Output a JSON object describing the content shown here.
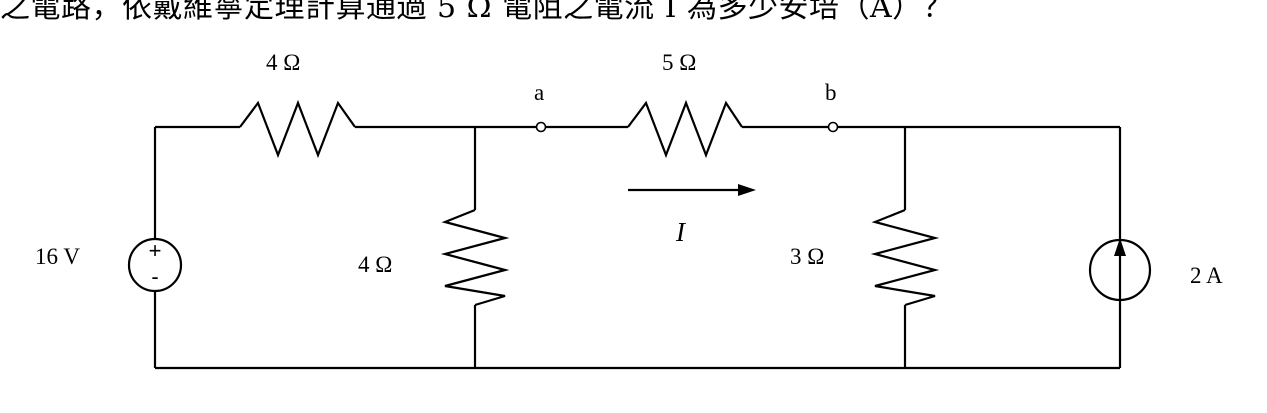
{
  "question": {
    "text": "之電路，依戴維寧定理計算通過 5 Ω 電阻之電流 I 為多少安培（A）？"
  },
  "circuit": {
    "voltage_source": {
      "label": "16 V",
      "plus": "+",
      "minus": "-"
    },
    "resistor_top_left": {
      "label": "4 Ω"
    },
    "resistor_middle": {
      "label": "4 Ω"
    },
    "resistor_top_right": {
      "label": "5 Ω"
    },
    "resistor_right": {
      "label": "3 Ω"
    },
    "current_source": {
      "label": "2 A"
    },
    "terminal_a": {
      "label": "a"
    },
    "terminal_b": {
      "label": "b"
    },
    "current_arrow": {
      "label": "I"
    }
  }
}
